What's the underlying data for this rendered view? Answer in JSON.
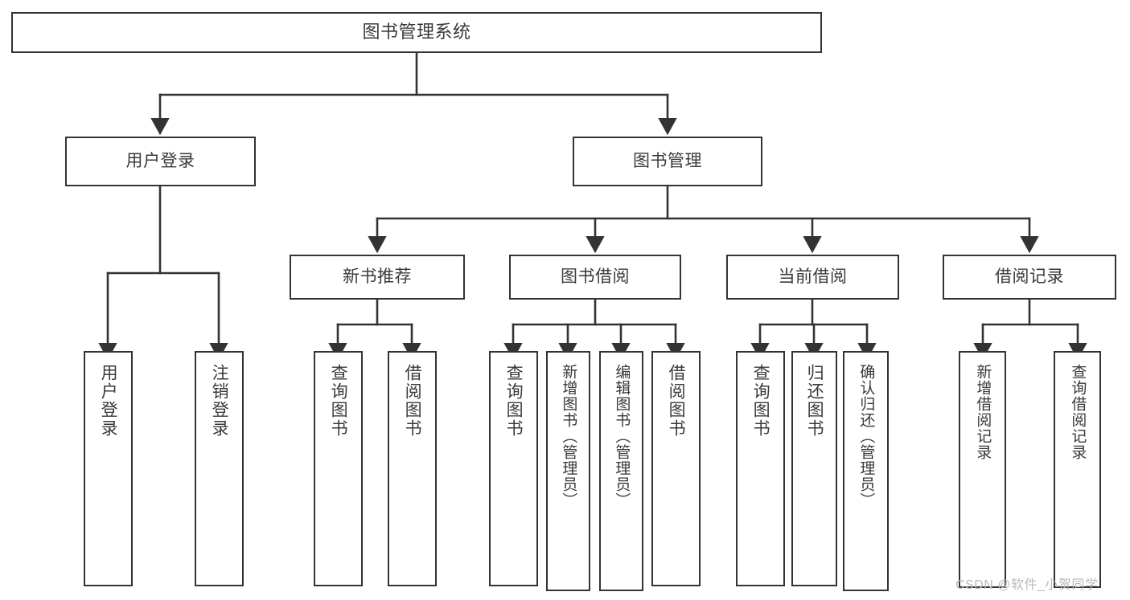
{
  "diagram": {
    "title": "图书管理系统",
    "type": "hierarchy-tree",
    "watermark": "CSDN @软件_小贺同学",
    "colors": {
      "box_border": "#333333",
      "box_fill": "#ffffff",
      "text": "#3a3a3a",
      "connector": "#333333",
      "watermark": "#b9b9b9"
    },
    "levels": {
      "level1": [
        "图书管理系统"
      ],
      "level2": [
        "用户登录",
        "图书管理"
      ],
      "level3": [
        "新书推荐",
        "图书借阅",
        "当前借阅",
        "借阅记录"
      ],
      "level4": [
        "用户登录",
        "注销登录",
        "查询图书",
        "借阅图书",
        "查询图书",
        "新增图书（管理员）",
        "编辑图书（管理员）",
        "借阅图书",
        "查询图书",
        "归还图书",
        "确认归还（管理员）",
        "新增借阅记录",
        "查询借阅记录"
      ]
    },
    "nodes": {
      "root": "图书管理系统",
      "user_login": "用户登录",
      "book_manage": "图书管理",
      "new_book_rec": "新书推荐",
      "book_borrow": "图书借阅",
      "current_borrow": "当前借阅",
      "borrow_record": "借阅记录",
      "leaf_user_login": "用户登录",
      "leaf_logout": "注销登录",
      "leaf_query_book_1": "查询图书",
      "leaf_borrow_book_1": "借阅图书",
      "leaf_query_book_2": "查询图书",
      "leaf_add_book_admin": "新增图书（管理员）",
      "leaf_edit_book_admin": "编辑图书（管理员）",
      "leaf_borrow_book_2": "借阅图书",
      "leaf_query_book_3": "查询图书",
      "leaf_return_book": "归还图书",
      "leaf_confirm_return_admin": "确认归还（管理员）",
      "leaf_add_record": "新增借阅记录",
      "leaf_query_record": "查询借阅记录"
    },
    "edges": [
      {
        "from": "图书管理系统",
        "to": "用户登录"
      },
      {
        "from": "图书管理系统",
        "to": "图书管理"
      },
      {
        "from": "用户登录",
        "to": "用户登录"
      },
      {
        "from": "用户登录",
        "to": "注销登录"
      },
      {
        "from": "图书管理",
        "to": "新书推荐"
      },
      {
        "from": "图书管理",
        "to": "图书借阅"
      },
      {
        "from": "图书管理",
        "to": "当前借阅"
      },
      {
        "from": "图书管理",
        "to": "借阅记录"
      },
      {
        "from": "新书推荐",
        "to": "查询图书"
      },
      {
        "from": "新书推荐",
        "to": "借阅图书"
      },
      {
        "from": "图书借阅",
        "to": "查询图书"
      },
      {
        "from": "图书借阅",
        "to": "新增图书（管理员）"
      },
      {
        "from": "图书借阅",
        "to": "编辑图书（管理员）"
      },
      {
        "from": "图书借阅",
        "to": "借阅图书"
      },
      {
        "from": "当前借阅",
        "to": "查询图书"
      },
      {
        "from": "当前借阅",
        "to": "归还图书"
      },
      {
        "from": "当前借阅",
        "to": "确认归还（管理员）"
      },
      {
        "from": "借阅记录",
        "to": "新增借阅记录"
      },
      {
        "from": "借阅记录",
        "to": "查询借阅记录"
      }
    ]
  }
}
